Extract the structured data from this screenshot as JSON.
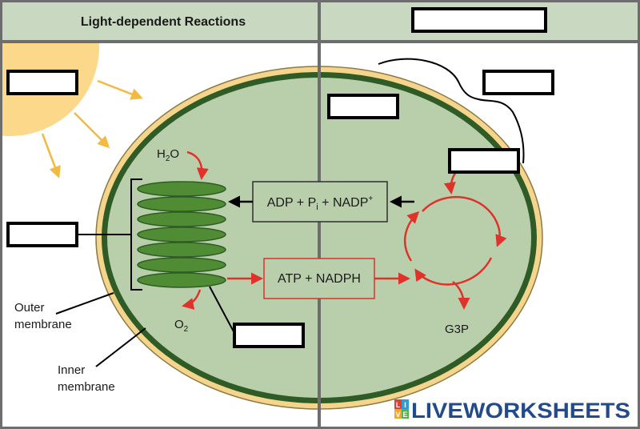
{
  "header": {
    "left_title": "Light-dependent Reactions"
  },
  "labels": {
    "h2o_main": "H",
    "h2o_sub": "2",
    "h2o_tail": "O",
    "o2_main": "O",
    "o2_sub": "2",
    "adp_head": "ADP + P",
    "adp_sub": "i",
    "adp_mid": " + NADP",
    "adp_sup": "+",
    "atp": "ATP + NADPH",
    "g3p": "G3P",
    "outer_line1": "Outer",
    "outer_line2": "membrane",
    "inner_line1": "Inner",
    "inner_line2": "membrane"
  },
  "blank_boxes": [
    "",
    "",
    "",
    "",
    "",
    "",
    ""
  ],
  "watermark": {
    "text": "LIVEWORKSHEETS",
    "badge_letters": [
      "L",
      "I",
      "V",
      "E"
    ]
  },
  "colors": {
    "header_bg": "#c9d8c0",
    "stroma": "#b9cfab",
    "outer_membrane": "#f5d58c",
    "inner_membrane": "#2f5c26",
    "thylakoid": "#4f8c33",
    "sun": "#fbd88a",
    "reaction_arrow": "#e0312b",
    "divider": "#6d6d6d"
  }
}
